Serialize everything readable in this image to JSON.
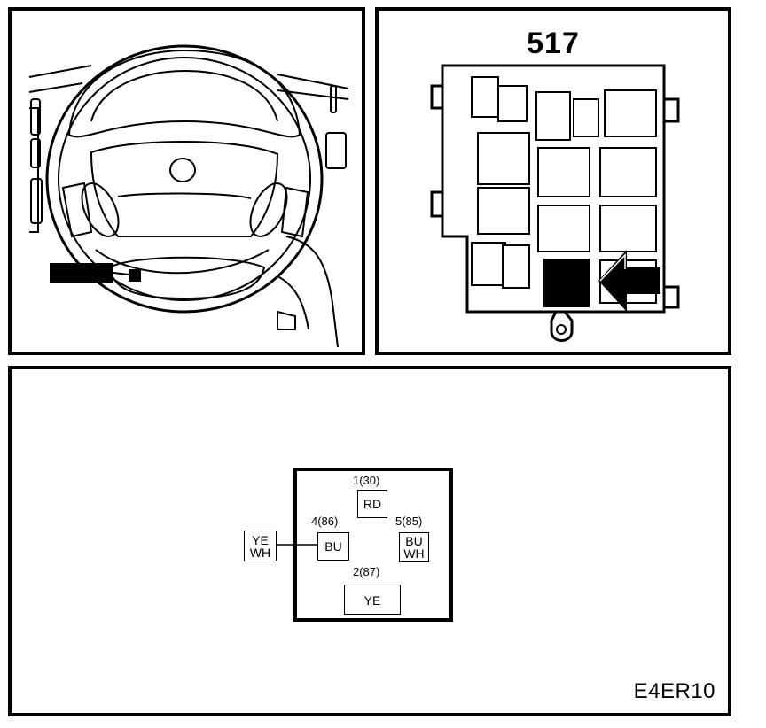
{
  "fuse_box": {
    "number": "517"
  },
  "connector": {
    "pins": [
      {
        "label": "1(30)",
        "colors": [
          "RD"
        ]
      },
      {
        "label": "4(86)",
        "colors": [
          "BU"
        ]
      },
      {
        "label": "5(85)",
        "colors": [
          "BU",
          "WH"
        ]
      },
      {
        "label": "2(87)",
        "colors": [
          "YE"
        ]
      }
    ],
    "external_wire": {
      "colors": [
        "YE",
        "WH"
      ]
    }
  },
  "figure_code": "E4ER10",
  "icons": [
    "steering-wheel-icon",
    "fuse-box-icon",
    "arrow-left-icon"
  ]
}
